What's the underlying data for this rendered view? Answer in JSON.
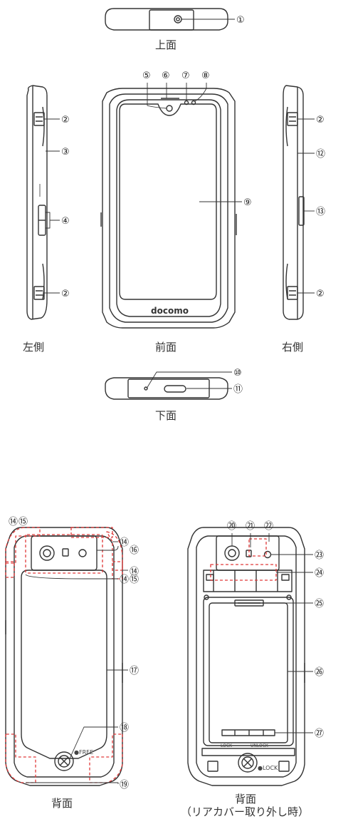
{
  "captions": {
    "top": "上面",
    "left_side": "左側",
    "front": "前面",
    "right_side": "右側",
    "bottom": "下面",
    "back": "背面",
    "back_cover_removed_line1": "背面",
    "back_cover_removed_line2": "（リアカバー取り外し時）"
  },
  "brand": "docomo",
  "back_labels": {
    "free": "●FREE",
    "lock": "●LOCK",
    "lock_small": "LOCK",
    "unlock_small": "UNLOCK"
  },
  "callouts": {
    "c1": "①",
    "c2": "②",
    "c3": "③",
    "c4": "④",
    "c5": "⑤",
    "c6": "⑥",
    "c7": "⑦",
    "c8": "⑧",
    "c9": "⑨",
    "c10": "⑩",
    "c11": "⑪",
    "c12": "⑫",
    "c13": "⑬",
    "c14": "⑭",
    "c15": "⑮",
    "c16": "⑯",
    "c17": "⑰",
    "c18": "⑱",
    "c19": "⑲",
    "c20": "⑳",
    "c21": "㉑",
    "c22": "㉒",
    "c23": "㉓",
    "c24": "㉔",
    "c25": "㉕",
    "c26": "㉖",
    "c27": "㉗"
  },
  "colors": {
    "line": "#333333",
    "callout_dashed": "#e03a3a",
    "body_fill": "#ffffff"
  }
}
